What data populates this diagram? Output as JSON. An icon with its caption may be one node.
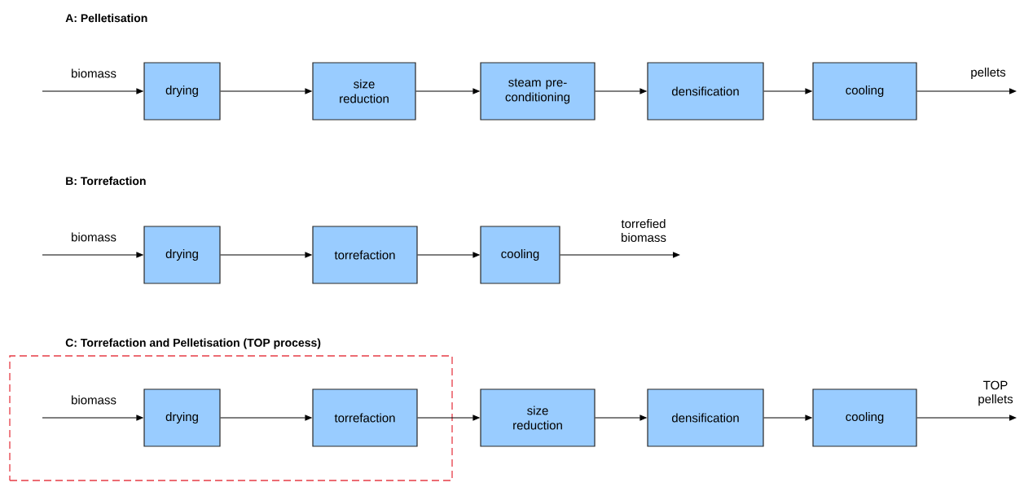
{
  "diagram": {
    "nodes": [
      {
        "text": [
          "drying"
        ]
      },
      {
        "text": [
          "size reduction"
        ]
      },
      {
        "text": [
          "steam pre-conditioning"
        ]
      },
      {
        "text": [
          "densification"
        ]
      },
      {
        "text": [
          "cooling"
        ]
      },
      {
        "text": [
          "drying"
        ]
      },
      {
        "text": [
          "torrefaction"
        ]
      },
      {
        "text": [
          "cooling"
        ]
      },
      {
        "text": [],
        "shape": "box"
      },
      {
        "text": [
          "drying"
        ],
        "in": 8
      },
      {
        "text": [
          "torrefaction"
        ],
        "in": 8
      },
      {
        "text": [
          "size reduction"
        ]
      },
      {
        "text": [
          "densification"
        ]
      },
      {
        "text": [
          "cooling"
        ]
      }
    ],
    "edges": [
      {
        "from": null,
        "to": 0,
        "arrow": "to",
        "label": "biomass"
      },
      {
        "from": 0,
        "to": 1,
        "arrow": "to"
      },
      {
        "from": 1,
        "to": 2,
        "arrow": "to"
      },
      {
        "from": 2,
        "to": 3,
        "arrow": "to"
      },
      {
        "from": 3,
        "to": 4,
        "arrow": "to"
      },
      {
        "from": 4,
        "to": null,
        "arrow": "to",
        "label": "pellets"
      },
      {
        "from": null,
        "to": 5,
        "arrow": "to",
        "label": "biomass"
      },
      {
        "from": 5,
        "to": 6,
        "arrow": "to"
      },
      {
        "from": 6,
        "to": 7,
        "arrow": "to"
      },
      {
        "from": 7,
        "to": null,
        "arrow": "to",
        "label": "torrefied biomass"
      },
      {
        "from": null,
        "to": 9,
        "arrow": "to",
        "label": "biomass"
      },
      {
        "from": 9,
        "to": 10,
        "arrow": "to"
      },
      {
        "from": 10,
        "to": 11,
        "arrow": "to"
      },
      {
        "from": 11,
        "to": 12,
        "arrow": "to"
      },
      {
        "from": 12,
        "to": 13,
        "arrow": "to"
      },
      {
        "from": 13,
        "to": null,
        "arrow": "to",
        "label": "TOP pellets"
      }
    ],
    "labels": [
      "A: Pelletisation",
      "B: Torrefaction",
      "C: Torrefaction and Pelletisation (TOP process)"
    ]
  }
}
